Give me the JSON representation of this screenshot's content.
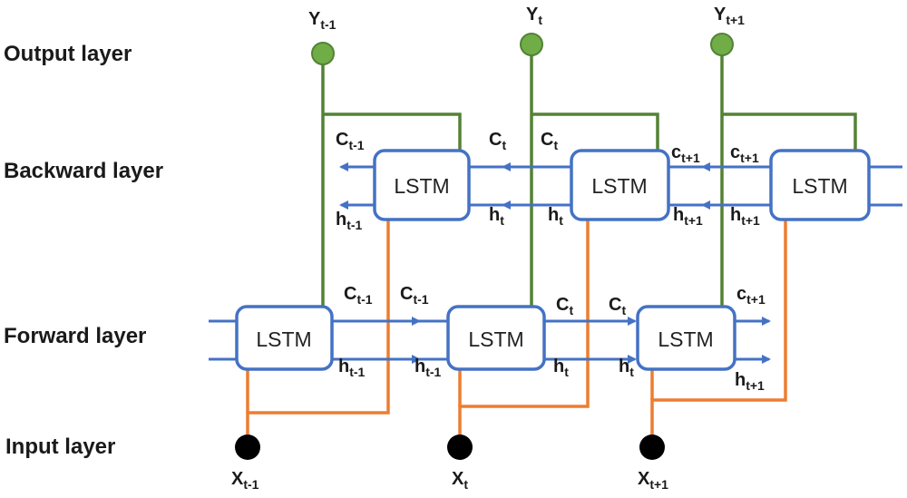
{
  "layers": {
    "output": "Output layer",
    "backward": "Backward layer",
    "forward": "Forward layer",
    "input": "Input layer"
  },
  "cell_label": "LSTM",
  "outputs": [
    {
      "base": "Y",
      "sub": "t-1"
    },
    {
      "base": "Y",
      "sub": "t"
    },
    {
      "base": "Y",
      "sub": "t+1"
    }
  ],
  "inputs": [
    {
      "base": "X",
      "sub": "t-1"
    },
    {
      "base": "X",
      "sub": "t"
    },
    {
      "base": "X",
      "sub": "t+1"
    }
  ],
  "backward_states": {
    "c": [
      {
        "base": "C",
        "sub": "t-1"
      },
      {
        "base": "C",
        "sub": "t"
      },
      {
        "base": "C",
        "sub": "t"
      },
      {
        "base": "c",
        "sub": "t+1"
      },
      {
        "base": "c",
        "sub": "t+1"
      }
    ],
    "h": [
      {
        "base": "h",
        "sub": "t-1"
      },
      {
        "base": "h",
        "sub": "t"
      },
      {
        "base": "h",
        "sub": "t"
      },
      {
        "base": "h",
        "sub": "t+1"
      },
      {
        "base": "h",
        "sub": "t+1"
      }
    ]
  },
  "forward_states": {
    "c": [
      {
        "base": "C",
        "sub": "t-1"
      },
      {
        "base": "C",
        "sub": "t-1"
      },
      {
        "base": "C",
        "sub": "t"
      },
      {
        "base": "C",
        "sub": "t"
      },
      {
        "base": "c",
        "sub": "t+1"
      }
    ],
    "h": [
      {
        "base": "h",
        "sub": "t-1"
      },
      {
        "base": "h",
        "sub": "t-1"
      },
      {
        "base": "h",
        "sub": "t"
      },
      {
        "base": "h",
        "sub": "t"
      },
      {
        "base": "h",
        "sub": "t+1"
      }
    ]
  },
  "colors": {
    "box_stroke": "#4472c4",
    "arrow": "#4472c4",
    "output_line": "#548235",
    "output_node": "#70ad47",
    "input_line": "#ed7d31",
    "input_node": "#000000"
  }
}
